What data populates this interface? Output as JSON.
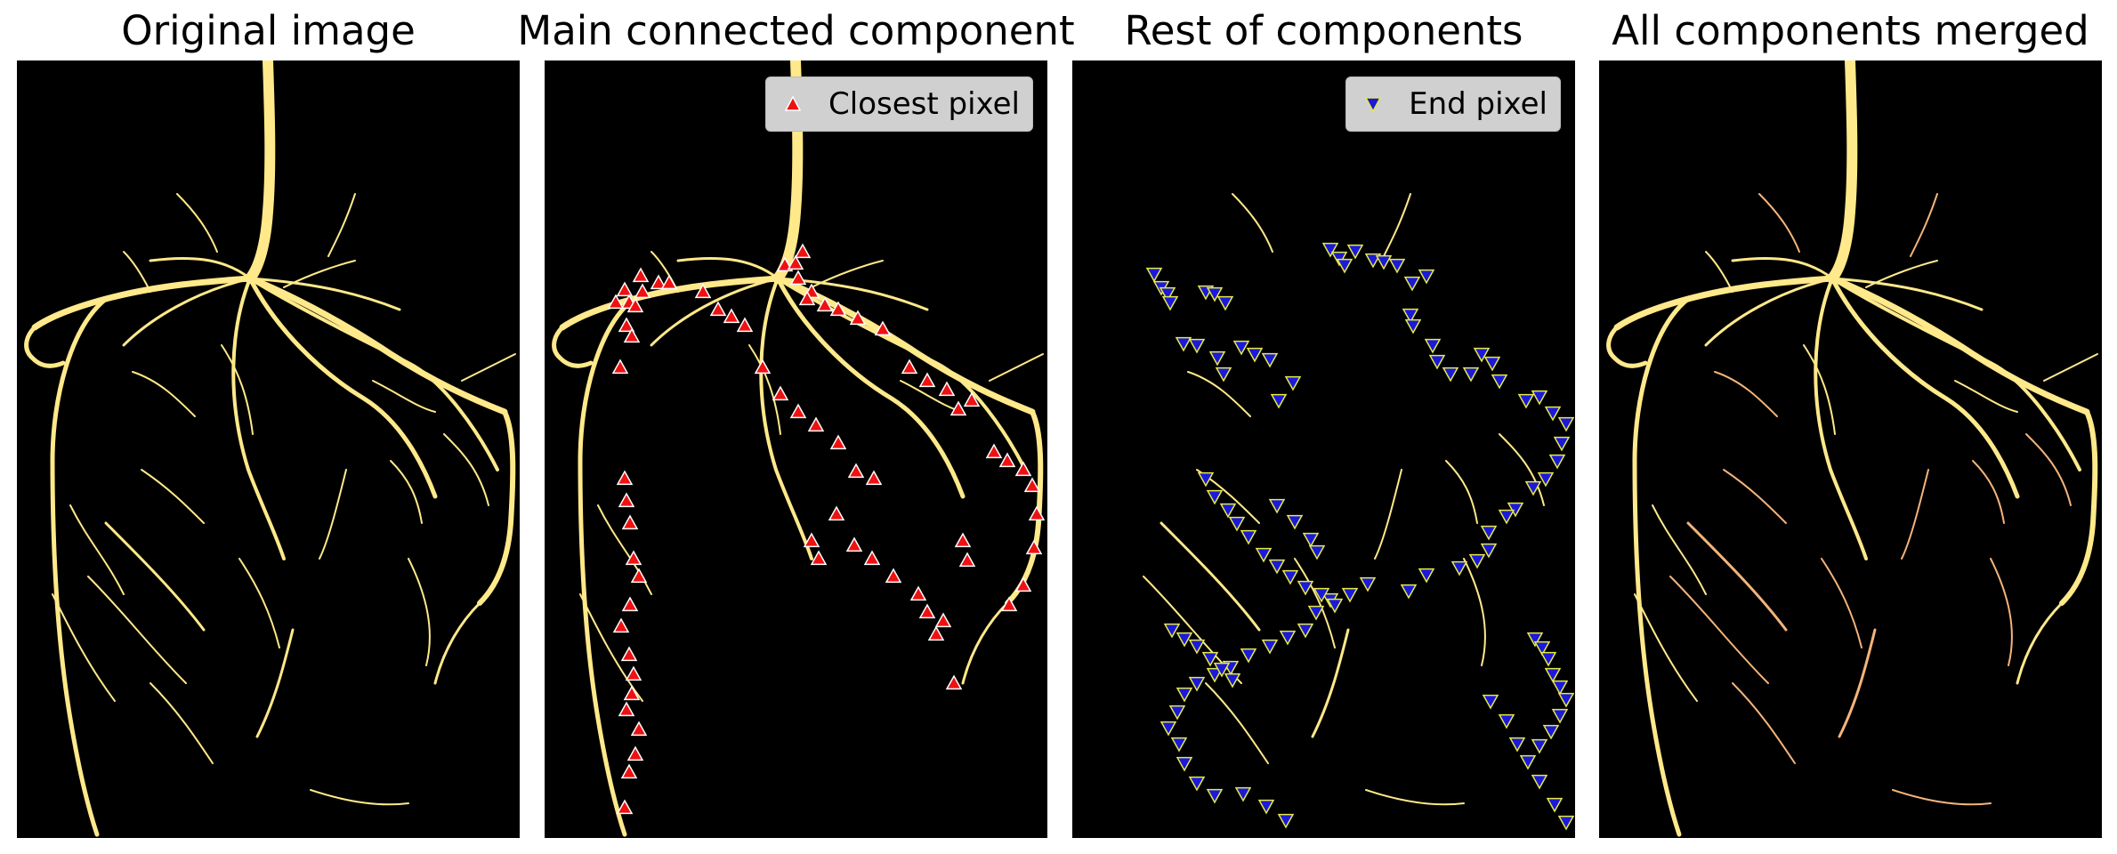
{
  "panels": [
    {
      "title": "Original image",
      "legend": null,
      "overlay": "none"
    },
    {
      "title": "Main connected component",
      "legend": "Closest pixel",
      "overlay": "closest"
    },
    {
      "title": "Rest of components",
      "legend": "End pixel",
      "overlay": "end"
    },
    {
      "title": "All components merged",
      "legend": null,
      "overlay": "none"
    }
  ],
  "colors": {
    "root": "#ffe98a",
    "root_alt": "#f4b47a",
    "background": "#000000",
    "closest_marker": "#ee1111",
    "end_marker": "#1a1ad8",
    "end_marker_edge": "#e8e84a",
    "marker_edge": "#ffffff"
  },
  "icons": {
    "closest": "red-up-triangle-marker",
    "end": "blue-down-triangle-marker"
  }
}
